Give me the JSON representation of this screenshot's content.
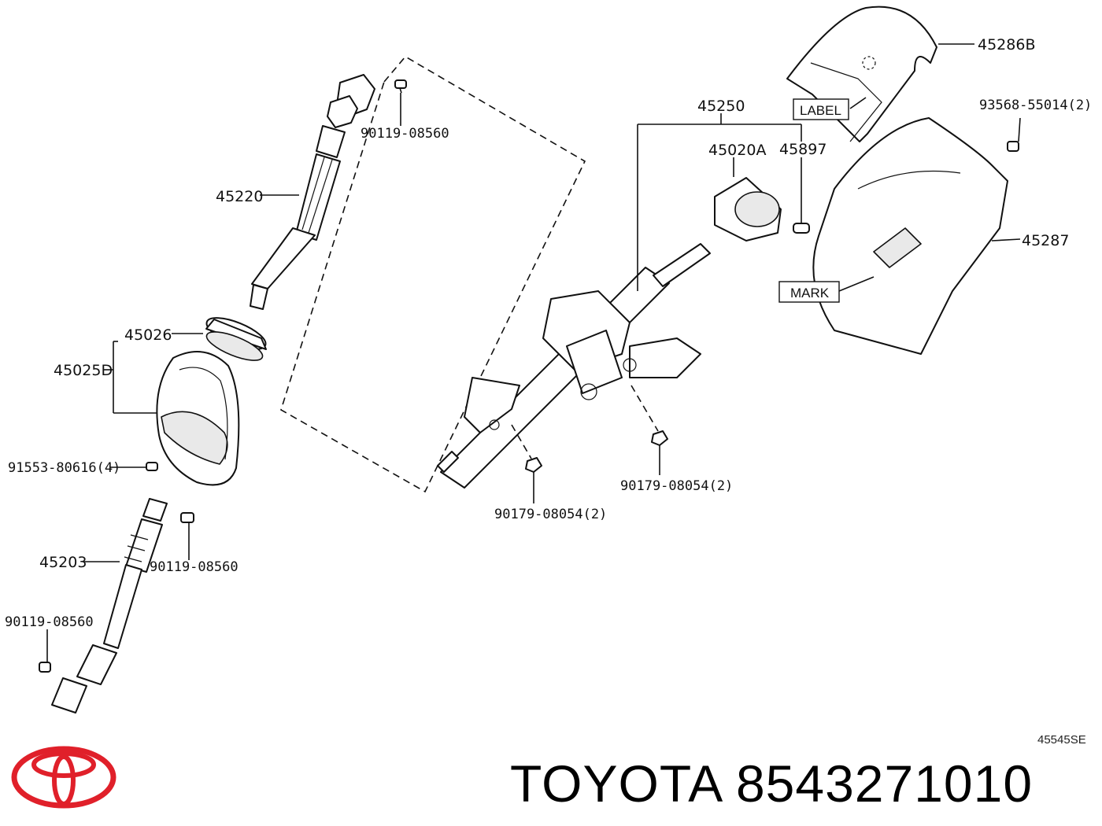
{
  "diagram": {
    "code": "45545SE",
    "part_labels": {
      "p45286B": "45286B",
      "p93568": "93568-55014(2)",
      "p45250": "45250",
      "p45020A": "45020A",
      "p45897": "45897",
      "p45287": "45287",
      "p45220": "45220",
      "p90119_top": "90119-08560",
      "p45026": "45026",
      "p45025D": "45025D",
      "p91553": "91553-80616(4)",
      "p90179_left": "90179-08054(2)",
      "p90179_right": "90179-08054(2)",
      "p45203": "45203",
      "p90119_mid": "90119-08560",
      "p90119_bot": "90119-08560"
    },
    "box_labels": {
      "label": "LABEL",
      "mark": "MARK"
    }
  },
  "footer": {
    "brand": "TOYOTA",
    "part_number": "8543271010",
    "logo_icon": "toyota-logo-icon",
    "logo_color": "#e0202a"
  }
}
